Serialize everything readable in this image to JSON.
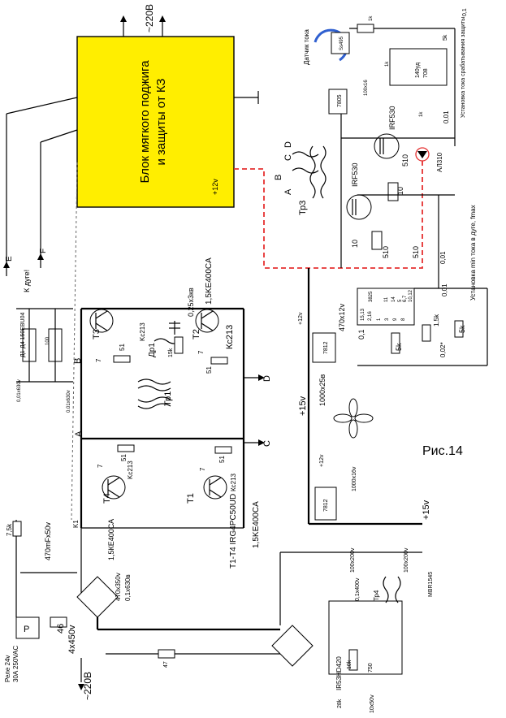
{
  "figure_caption": "Рис.14",
  "block": {
    "title_line1": "Блок мягкого поджига",
    "title_line2": "и защиты от КЗ",
    "supply_label": "+12v",
    "fill_color": "#ffee00"
  },
  "mains": {
    "top": "~220B",
    "bottom": "~220B"
  },
  "relay": {
    "symbol": "P",
    "label1": "Реле 24v",
    "label2": "30A 250VAC",
    "contact": "K1"
  },
  "transistors": {
    "t1": "T1",
    "t2": "T2",
    "t3": "T3",
    "t4": "T4",
    "type_note": "T1-T4 IRG4PC50UD"
  },
  "zeners": {
    "kc213": "Кс213",
    "kc213_alt": "Kc213"
  },
  "tvs": {
    "ke400": "1,5KE400CA",
    "ke400_alt": "1,5КЕ400СА"
  },
  "resistors": {
    "r7": "7",
    "r51": "51",
    "r10": "10",
    "r510": "510",
    "r15k": "15k",
    "r1k": "1k",
    "r1k5": "1,5k",
    "r5k": "5k",
    "r47": "47",
    "r28k": "28k",
    "r10k": "10k",
    "r750": "750",
    "r100": "100",
    "r7_5k": "7,5k"
  },
  "caps": {
    "c470mf": "470mFx50v",
    "c470x350": "470x350v",
    "c01x630": "0,1x630в",
    "c025": "0,25x3кв",
    "c001x630": "0,01x630v",
    "c001x630b": "0.01x630v",
    "c470x12": "470x12v",
    "c01": "0,1",
    "c001": "0,01",
    "c002": "0,02*",
    "c1000x25": "1000x25в",
    "c1000x16": "1000x16v",
    "c100x16": "100x16",
    "c100x200a": "100x200v",
    "c100x200b": "100x200v",
    "c01x400": "0,1x400v",
    "c10x50": "10x50v"
  },
  "bridge": {
    "main": "4x450v",
    "cap46": "46"
  },
  "diodes": {
    "d1d4": "Д1-Д4  150EBU04",
    "mbr": "MBR1545"
  },
  "transformers": {
    "tr1": "Тр1",
    "tr3": "Тр3",
    "tr4": "Тр4",
    "dr1": "Др1"
  },
  "windings": [
    "A",
    "B",
    "C",
    "D"
  ],
  "outputs": {
    "e": "E",
    "f": "F",
    "arc": "К дуге!"
  },
  "ics": {
    "sa": "Ss495",
    "opamp1": "140уд",
    "opamp2": "708",
    "reg7805": "7805",
    "reg7812a": "7812",
    "reg7812b": "7812",
    "pwm": "3825",
    "driver": "IR53HD420",
    "led": "АЛ310"
  },
  "mosfets": {
    "q1": "IRF530",
    "q2": "IRF530"
  },
  "sensor_label": "Датчик тока",
  "rails": {
    "p15v_a": "+15v",
    "p15v_b": "+15v",
    "p12v": "+12v",
    "p12v_b": "+12v"
  },
  "notes": {
    "trip": "Установка тока срабатывания защиты",
    "minimum": "Установка min тока в дуге, fmax"
  },
  "pins": [
    "15,13",
    "2,16",
    "1",
    "3",
    "9",
    "14",
    "5",
    "6,7",
    "10,12",
    "11",
    "8"
  ]
}
